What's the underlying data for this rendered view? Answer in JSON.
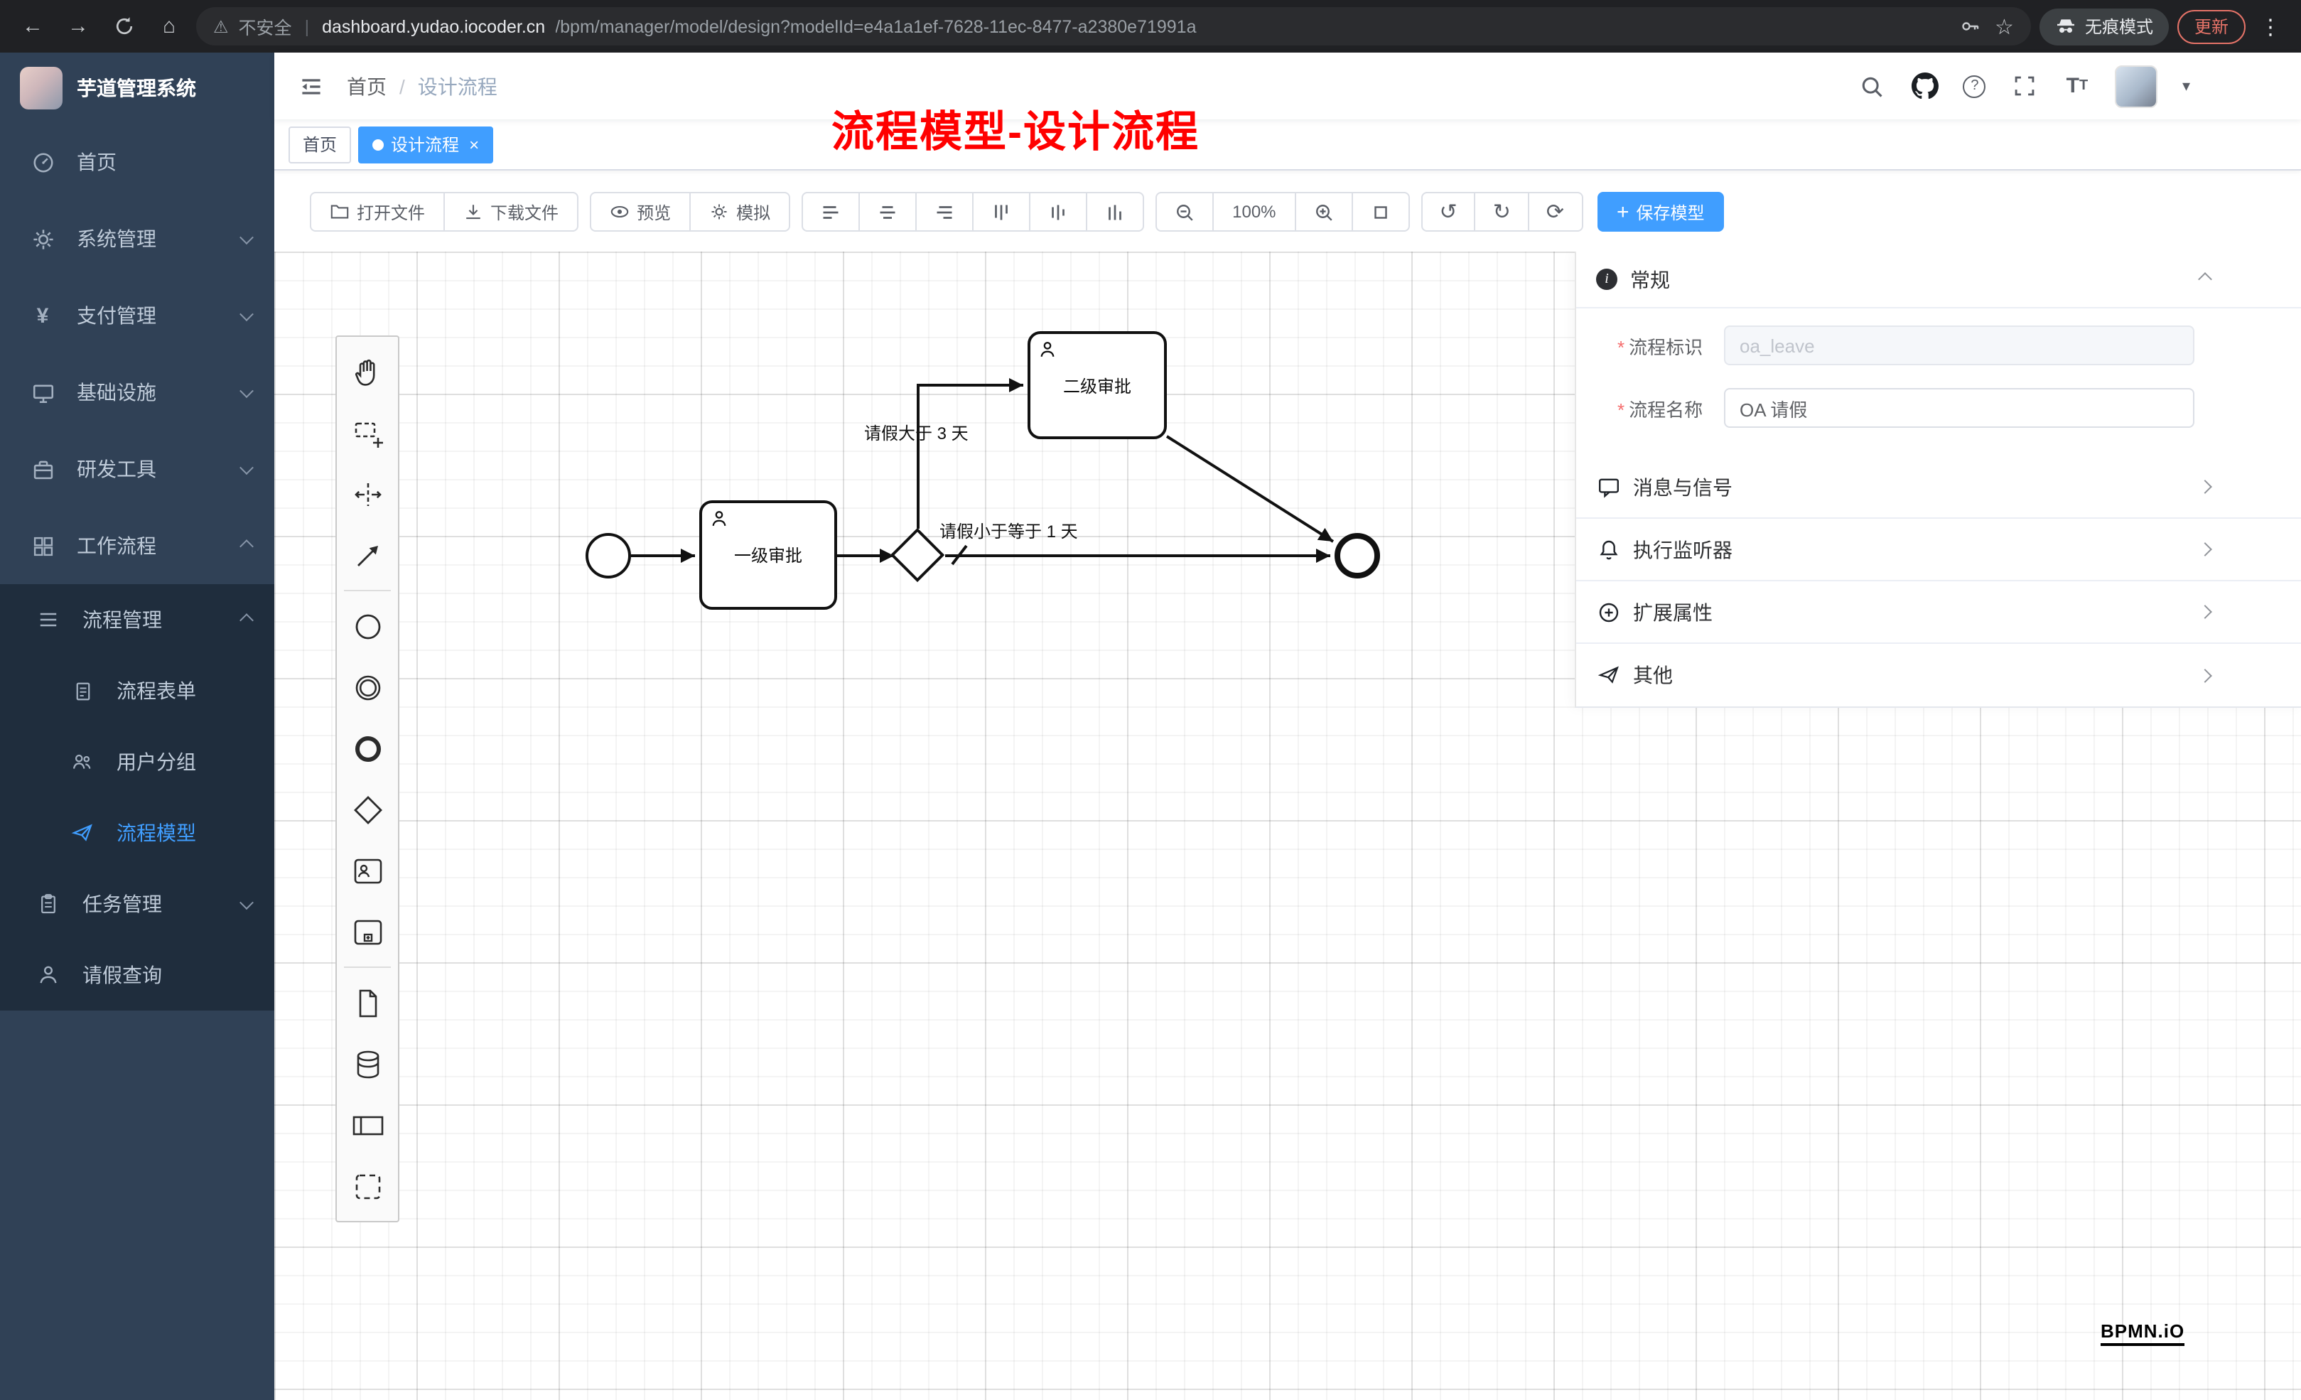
{
  "browser": {
    "not_secure": "不安全",
    "url_domain": "dashboard.yudao.iocoder.cn",
    "url_path": "/bpm/manager/model/design?modelId=e4a1a1ef-7628-11ec-8477-a2380e71991a",
    "separator": "|",
    "incognito": "无痕模式",
    "update": "更新"
  },
  "icons": {
    "back": "←",
    "forward": "→",
    "home": "⌂",
    "warning": "⚠",
    "star": "☆",
    "menu": "⋮",
    "undo": "↺",
    "redo": "↻",
    "restart": "⟳",
    "plus": "+",
    "close": "×",
    "dot": "●",
    "yen": "¥",
    "question": "?",
    "info": "i",
    "slash": "/",
    "caret": "▾",
    "tsize": "T"
  },
  "sidebar": {
    "app_title": "芋道管理系统",
    "menu": [
      {
        "label": "首页"
      },
      {
        "label": "系统管理"
      },
      {
        "label": "支付管理"
      },
      {
        "label": "基础设施"
      },
      {
        "label": "研发工具"
      },
      {
        "label": "工作流程"
      }
    ],
    "submenu": {
      "group": "流程管理",
      "items": [
        "流程表单",
        "用户分组",
        "流程模型"
      ],
      "task": "任务管理",
      "leave": "请假查询"
    }
  },
  "navbar": {
    "breadcrumb_home": "首页",
    "breadcrumb_current": "设计流程"
  },
  "tabs": {
    "home": "首页",
    "active": "设计流程"
  },
  "annotation": "流程模型-设计流程",
  "toolbar": {
    "open": "打开文件",
    "download": "下载文件",
    "preview": "预览",
    "simulate": "模拟",
    "zoom_level": "100%",
    "save": "保存模型"
  },
  "diagram": {
    "task1": "一级审批",
    "task2": "二级审批",
    "flow_label_gt": "请假大于 3 天",
    "flow_label_le": "请假小于等于 1 天"
  },
  "panel": {
    "required": "*",
    "general": {
      "title": "常规",
      "key_label": "流程标识",
      "key_value": "oa_leave",
      "name_label": "流程名称",
      "name_value": "OA 请假"
    },
    "sections": [
      "消息与信号",
      "执行监听器",
      "扩展属性",
      "其他"
    ]
  },
  "watermark": "BPMN.iO",
  "colors": {
    "accent": "#409eff",
    "sidebar_bg": "#304156",
    "submenu_bg": "#1f2d3d",
    "tab_active": "#409eff",
    "annotation_red": "#ff0000",
    "danger": "#f56c6c"
  }
}
